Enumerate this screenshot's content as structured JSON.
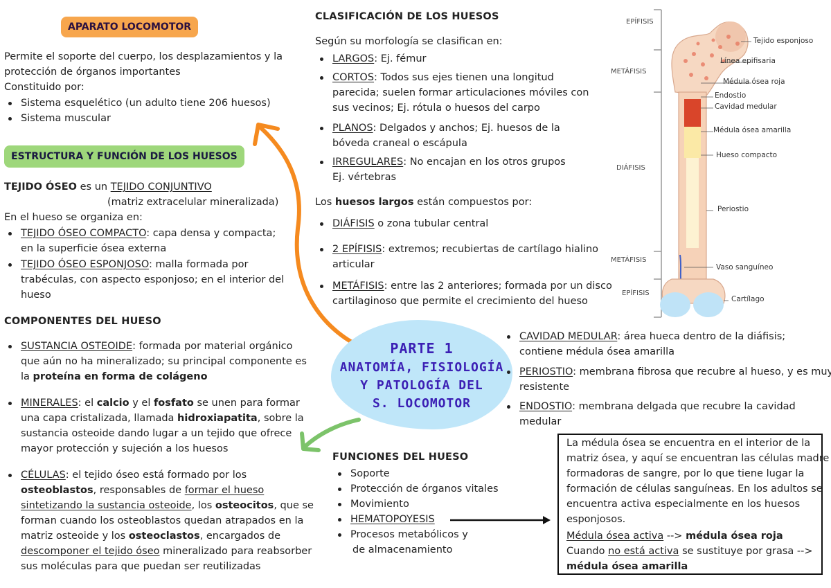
{
  "left": {
    "badge_aparato": "APARATO LOCOMOTOR",
    "intro_1": "Permite el soporte del cuerpo, los desplazamientos y la",
    "intro_2": "protección de órganos importantes",
    "intro_3": "Constituido por:",
    "bullet_1": "Sistema esquelético (un adulto tiene 206 huesos)",
    "bullet_2": "Sistema muscular",
    "badge_estructura": "ESTRUCTURA Y FUNCIÓN DE LOS HUESOS",
    "tejido_a": "TEJIDO ÓSEO",
    "tejido_b": "es  un",
    "tejido_c": "TEJIDO CONJUNTIVO",
    "tejido_d": "(matriz extracelular mineralizada)",
    "organiza": "En el hueso se organiza en:",
    "compacto_u": "TEJIDO ÓSEO COMPACTO",
    "compacto_t": ": capa densa y compacta;",
    "compacto_2": "en la superficie ósea externa",
    "esponjoso_u": "TEJIDO ÓSEO ESPONJOSO",
    "esponjoso_t": ": malla formada por",
    "esponjoso_2": "trabéculas, con aspecto esponjoso; en el interior del",
    "esponjoso_3": "hueso",
    "componentes_h": "COMPONENTES DEL HUESO",
    "sust_u": "SUSTANCIA OSTEOIDE",
    "sust_t": ": formada por material orgánico",
    "sust_2": "que aún no ha mineralizado; su principal componente es",
    "sust_3a": "la",
    "sust_3b": "proteína en forma de colágeno",
    "min_u": "MINERALES",
    "min_1a": ": el",
    "min_1b": "calcio",
    "min_1c": "y el",
    "min_1d": "fosfato",
    "min_1e": "se unen para formar",
    "min_2a": "una capa cristalizada, llamada",
    "min_2b": "hidroxiapatita",
    "min_2c": ", sobre la",
    "min_3": "sustancia osteoide dando lugar a un tejido que ofrece",
    "min_4": "mayor protección y sujeción a los huesos",
    "cel_u": "CÉLULAS",
    "cel_1": ": el tejido óseo está formado por los",
    "cel_2a": "osteoblastos",
    "cel_2b": ", responsables de",
    "cel_2c": "formar el hueso",
    "cel_3a": "sintetizando la sustancia osteoide",
    "cel_3b": ", los",
    "cel_3c": "osteocitos",
    "cel_3d": ", que se",
    "cel_4": "forman cuando los osteoblastos quedan atrapados en la",
    "cel_5a": "matriz osteoide y los",
    "cel_5b": "osteoclastos",
    "cel_5c": ", encargados de",
    "cel_6a": "descomponer el tejido óseo",
    "cel_6b": "mineralizado para reabsorber",
    "cel_7": "sus moléculas para que puedan ser reutilizadas"
  },
  "middle": {
    "clasif_h": "CLASIFICACIÓN DE LOS HUESOS",
    "segun": "Según su morfología se clasifican en:",
    "largos_u": "LARGOS",
    "largos_t": ": Ej. fémur",
    "cortos_u": "CORTOS",
    "cortos_t": ": Todos sus ejes tienen una longitud",
    "cortos_2": "parecida; suelen formar articulaciones móviles con",
    "cortos_3": "sus vecinos; Ej. rótula o huesos del carpo",
    "planos_u": "PLANOS",
    "planos_t": ": Delgados y anchos; Ej. huesos de la",
    "planos_2": "bóveda craneal o escápula",
    "irreg_u": "IRREGULARES",
    "irreg_t": ": No encajan en los otros grupos",
    "irreg_2": "Ej. vértebras",
    "largos_comp_a": "Los",
    "largos_comp_b": "huesos largos",
    "largos_comp_c": "están compuestos por:",
    "diaf_u": "DIÁFISIS",
    "diaf_t": "o zona tubular central",
    "epif_u": "2 EPÍFISIS",
    "epif_t": ": extremos; recubiertas de cartílago hialino",
    "epif_2": "articular",
    "metaf_u": "METÁFISIS",
    "metaf_t": ": entre las 2 anteriores; formada por un disco",
    "metaf_2": "cartilaginoso que permite el crecimiento del hueso",
    "title_1": "PARTE 1",
    "title_2": "ANATOMÍA, FISIOLOGÍA",
    "title_3": "Y PATOLOGÍA DEL",
    "title_4": "S. LOCOMOTOR",
    "func_h": "FUNCIONES DEL HUESO",
    "func_1": "Soporte",
    "func_2": "Protección de órganos vitales",
    "func_3": "Movimiento",
    "func_4": "HEMATOPOYESIS",
    "func_5": "Procesos metabólicos y",
    "func_6": "de almacenamiento"
  },
  "right": {
    "cav_u": "CAVIDAD MEDULAR",
    "cav_t": ": área hueca dentro de la diáfisis;",
    "cav_2": "contiene médula ósea amarilla",
    "peri_u": "PERIOSTIO",
    "peri_t": ": membrana fibrosa que recubre al hueso, y es muy",
    "peri_2": "resistente",
    "endo_u": "ENDOSTIO",
    "endo_t": ": membrana delgada que recubre la cavidad",
    "endo_2": "medular",
    "box_1": "La médula ósea se encuentra en el interior de la",
    "box_2": "matriz ósea, y aquí se encuentran las células madre",
    "box_3": "formadoras de sangre, por lo que tiene lugar la",
    "box_4": "formación de células sanguíneas. En los adultos se",
    "box_5": "encuentra activa especialmente en los huesos",
    "box_6": "esponjosos.",
    "box_7a": "Médula ósea activa",
    "box_7b": "--> ",
    "box_7c": "médula ósea roja",
    "box_8a": "Cuando",
    "box_8b": "no está activa",
    "box_8c": "se sustituye por grasa -->",
    "box_9": "médula ósea amarilla"
  },
  "bone": {
    "left_labels": [
      "EPÍFISIS",
      "METÁFISIS",
      "DIÁFISIS",
      "METÁFISIS",
      "EPÍFISIS"
    ],
    "right_labels": [
      "Tejido esponjoso",
      "Línea epifisaria",
      "Médula ósea roja",
      "Endostio",
      "Cavidad medular",
      "Médula ósea amarilla",
      "Hueso compacto",
      "Periostio",
      "Vaso sanguíneo",
      "Cartílago"
    ]
  },
  "colors": {
    "orange_badge": "#f7a64d",
    "green_badge": "#9ed77b",
    "orange_arrow": "#f58a1f",
    "green_arrow": "#7cc36a",
    "blob": "#bfe6f9",
    "title": "#3b1fb4"
  }
}
